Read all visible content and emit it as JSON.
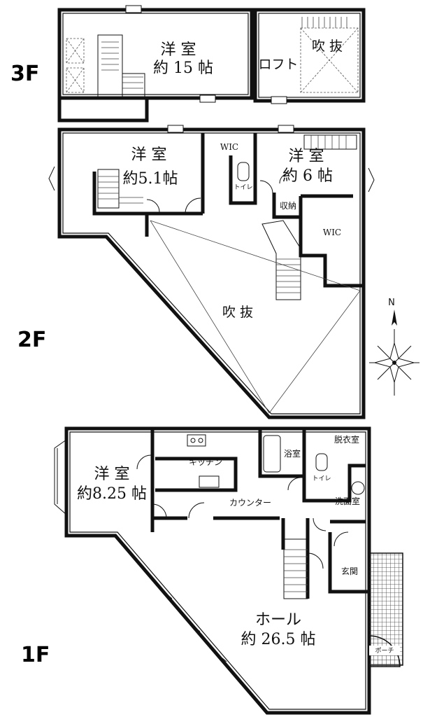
{
  "floors": {
    "f3": "3F",
    "f2": "2F",
    "f1": "1F"
  },
  "rooms3f": {
    "yoshitsu": "洋 室",
    "yoshitsu_size": "約 15 帖",
    "loft": "ロフト",
    "fukinuke": "吹 抜"
  },
  "rooms2f": {
    "yoshitsu_a": "洋 室",
    "yoshitsu_a_size": "約5.1帖",
    "wic_a": "WIC",
    "yoshitsu_b": "洋 室",
    "yoshitsu_b_size": "約 6 帖",
    "toilet": "トイレ",
    "storage": "収納",
    "wic_b": "WIC",
    "fukinuke": "吹 抜"
  },
  "rooms1f": {
    "yoshitsu": "洋 室",
    "yoshitsu_size": "約8.25 帖",
    "kitchen": "キッチン",
    "bath": "浴室",
    "dressing": "脱衣室",
    "toilet": "トイレ",
    "washroom": "洗面室",
    "counter": "カウンター",
    "entrance": "玄関",
    "hall": "ホール",
    "hall_size": "約 26.5 帖",
    "porch": "ポーチ"
  },
  "compass": {
    "north": "N"
  }
}
